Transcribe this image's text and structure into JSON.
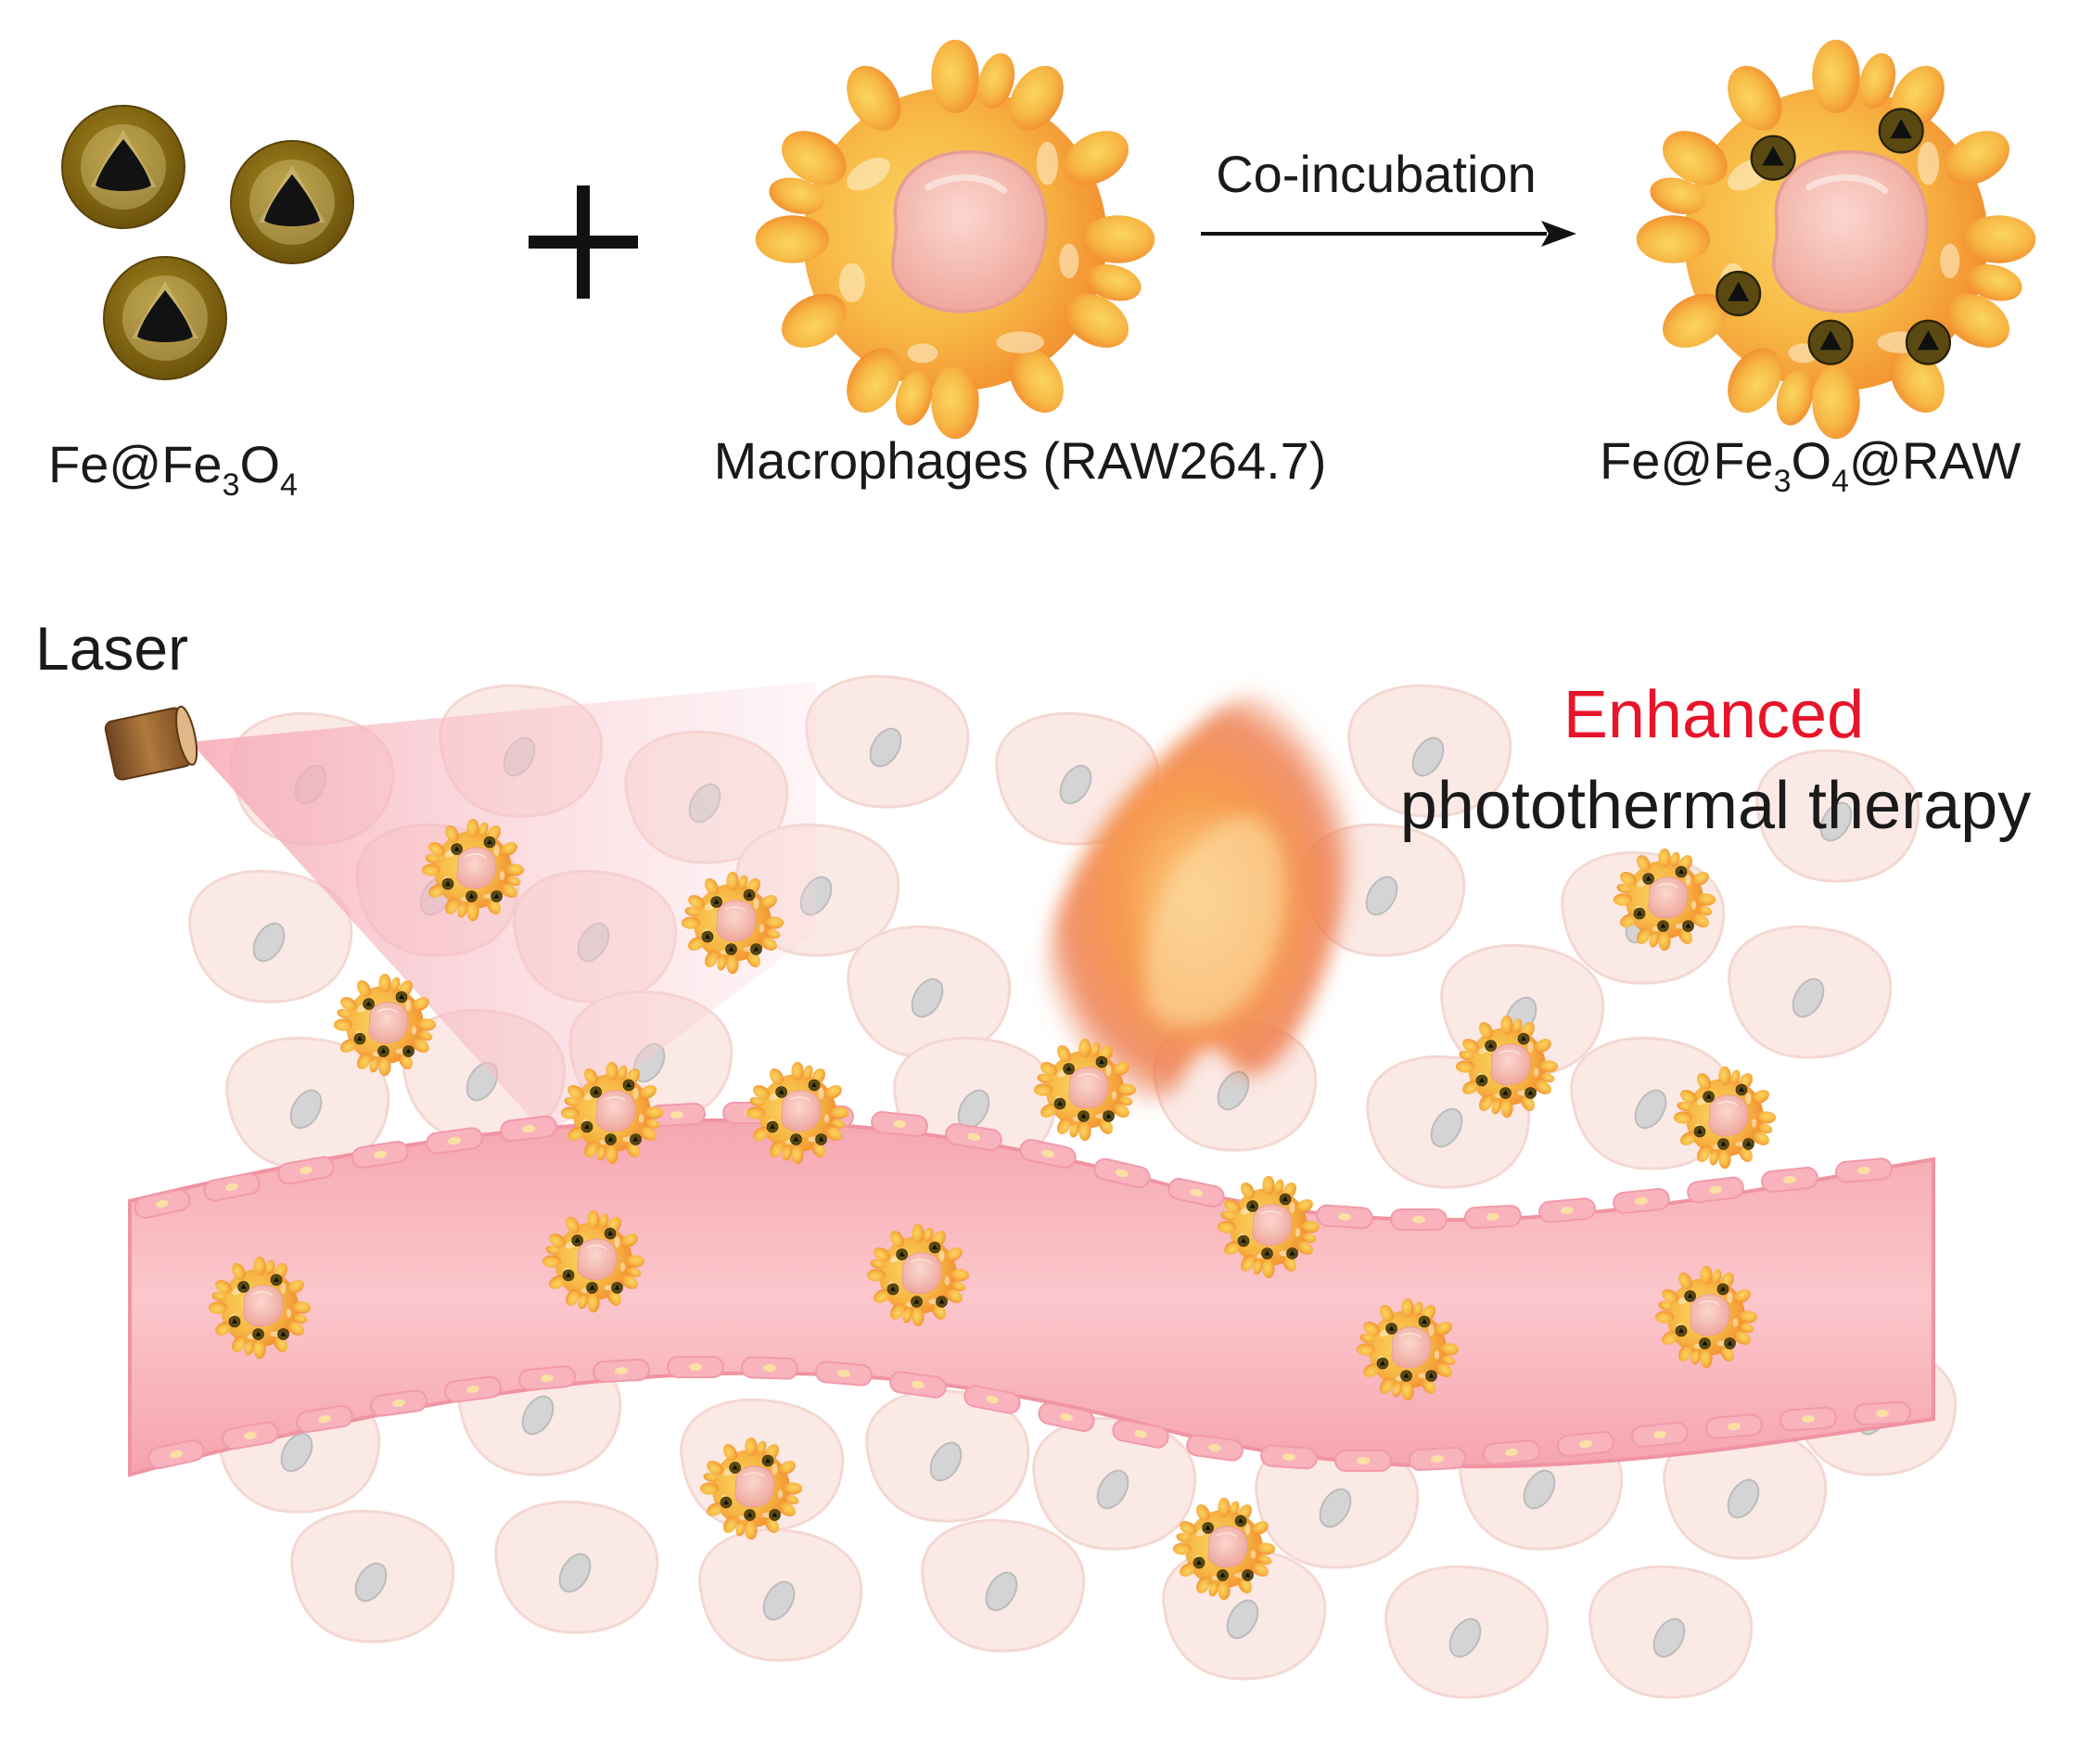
{
  "labels": {
    "np_prefix": "Fe@Fe",
    "np_sub1": "3",
    "np_mid": "O",
    "np_sub2": "4",
    "macrophage": "Macrophages (RAW264.7)",
    "arrow_label": "Co-incubation",
    "loaded_prefix": "Fe@Fe",
    "loaded_sub1": "3",
    "loaded_mid": "O",
    "loaded_sub2": "4",
    "loaded_suffix": "@RAW",
    "laser": "Laser",
    "enhanced": "Enhanced",
    "therapy": "photothermal therapy"
  },
  "colors": {
    "np_shell": "#8a6d12",
    "np_core": "#1a1a1a",
    "macrophage_outer": "#f5a23a",
    "macrophage_nucleus": "#f2b5ab",
    "vessel": "#f8b6bd",
    "vessel_wall": "#f6a8b4",
    "tissue_cell": "#fbe7e3",
    "tissue_nucleus": "#c9c9c9",
    "beam": "#f9c9d0",
    "enhanced_text": "#e8142a",
    "text": "#1a1a1a",
    "laser_body": "#9b6a34"
  },
  "icons": {
    "nanoparticle": "core-shell-nanoparticle-icon",
    "plus": "plus-icon",
    "macrophage": "macrophage-icon",
    "arrow": "arrow-right-icon",
    "loaded_macrophage": "loaded-macrophage-icon",
    "laser": "laser-device-icon",
    "flame": "flame-icon",
    "vessel": "blood-vessel-icon",
    "tissue_cell": "tissue-cell-icon"
  }
}
